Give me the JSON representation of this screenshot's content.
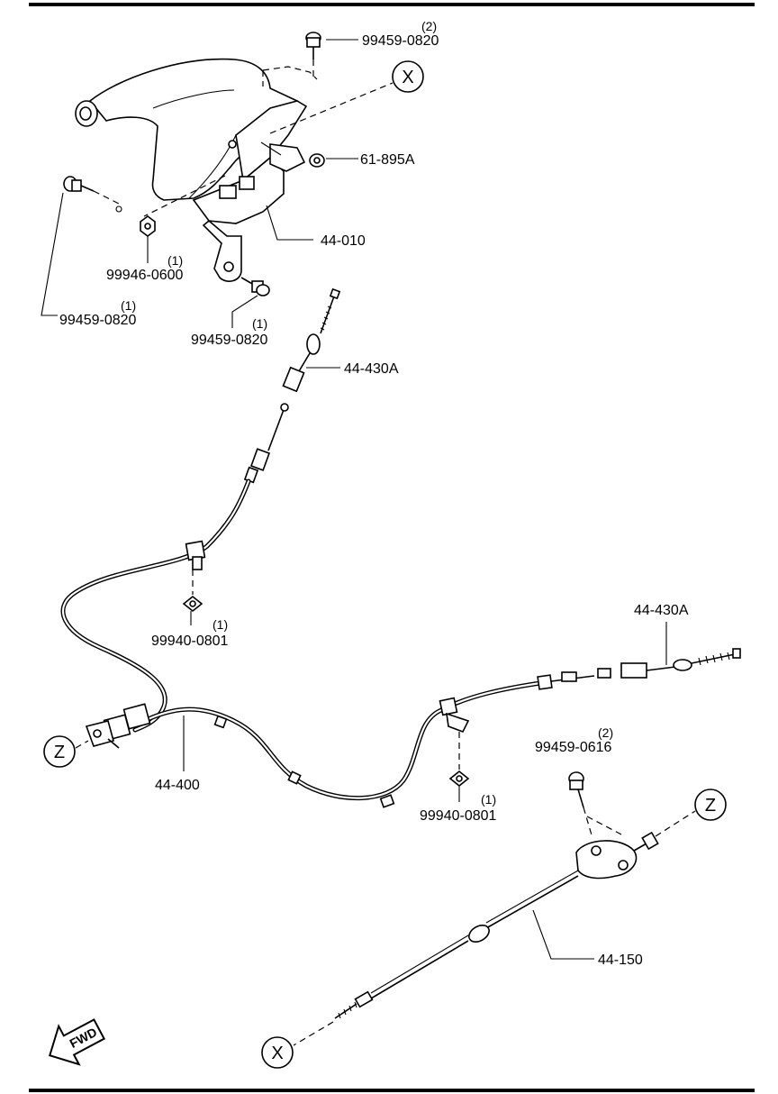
{
  "callouts": {
    "bolt_top": {
      "part": "99459-0820",
      "qty": "(2)"
    },
    "lock_nut": {
      "part": "61-895A"
    },
    "lever": {
      "part": "44-010"
    },
    "nut": {
      "part": "99946-0600",
      "qty": "(1)"
    },
    "bolt_left": {
      "part": "99459-0820",
      "qty": "(1)"
    },
    "bolt_bottom": {
      "part": "99459-0820",
      "qty": "(1)"
    },
    "cable_adjuster_upper": {
      "part": "44-430A"
    },
    "clip_upper": {
      "part": "99940-0801",
      "qty": "(1)"
    },
    "cable_adjuster_right": {
      "part": "44-430A"
    },
    "rear_cable": {
      "part": "44-400"
    },
    "clip_lower": {
      "part": "99940-0801",
      "qty": "(1)"
    },
    "bolt_equalizer": {
      "part": "99459-0616",
      "qty": "(2)"
    },
    "front_cable": {
      "part": "44-150"
    }
  },
  "markers": {
    "x_top": "X",
    "x_bottom": "X",
    "z_left": "Z",
    "z_right": "Z"
  },
  "fwd_label": "FWD"
}
